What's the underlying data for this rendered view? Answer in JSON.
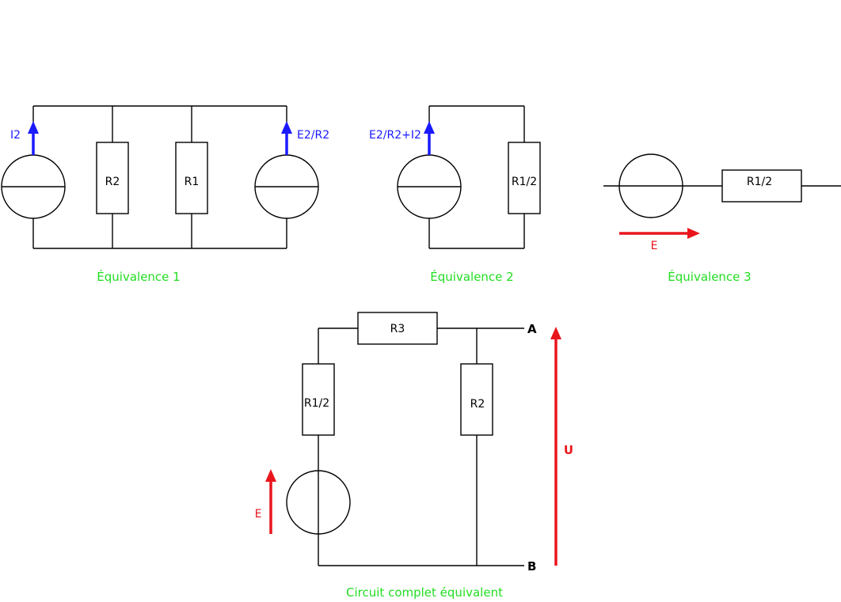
{
  "colors": {
    "wire": "#000000",
    "current_arrow": "#1a1aff",
    "voltage_arrow": "#e8161c",
    "caption": "#22dd22"
  },
  "equivalence_1": {
    "caption": "Équivalence 1",
    "source_left_label": "I2",
    "resistor_a_label": "R2",
    "resistor_b_label": "R1",
    "source_right_label": "E2/R2"
  },
  "equivalence_2": {
    "caption": "Équivalence 2",
    "source_label": "E2/R2+I2",
    "resistor_label": "R1/2"
  },
  "equivalence_3": {
    "caption": "Équivalence 3",
    "resistor_label": "R1/2",
    "voltage_label": "E"
  },
  "complete_circuit": {
    "caption": "Circuit complet équivalent",
    "resistor_top_label": "R3",
    "resistor_left_label": "R1/2",
    "resistor_right_label": "R2",
    "source_voltage_label": "E",
    "terminal_a": "A",
    "terminal_b": "B",
    "output_voltage_label": "U"
  }
}
